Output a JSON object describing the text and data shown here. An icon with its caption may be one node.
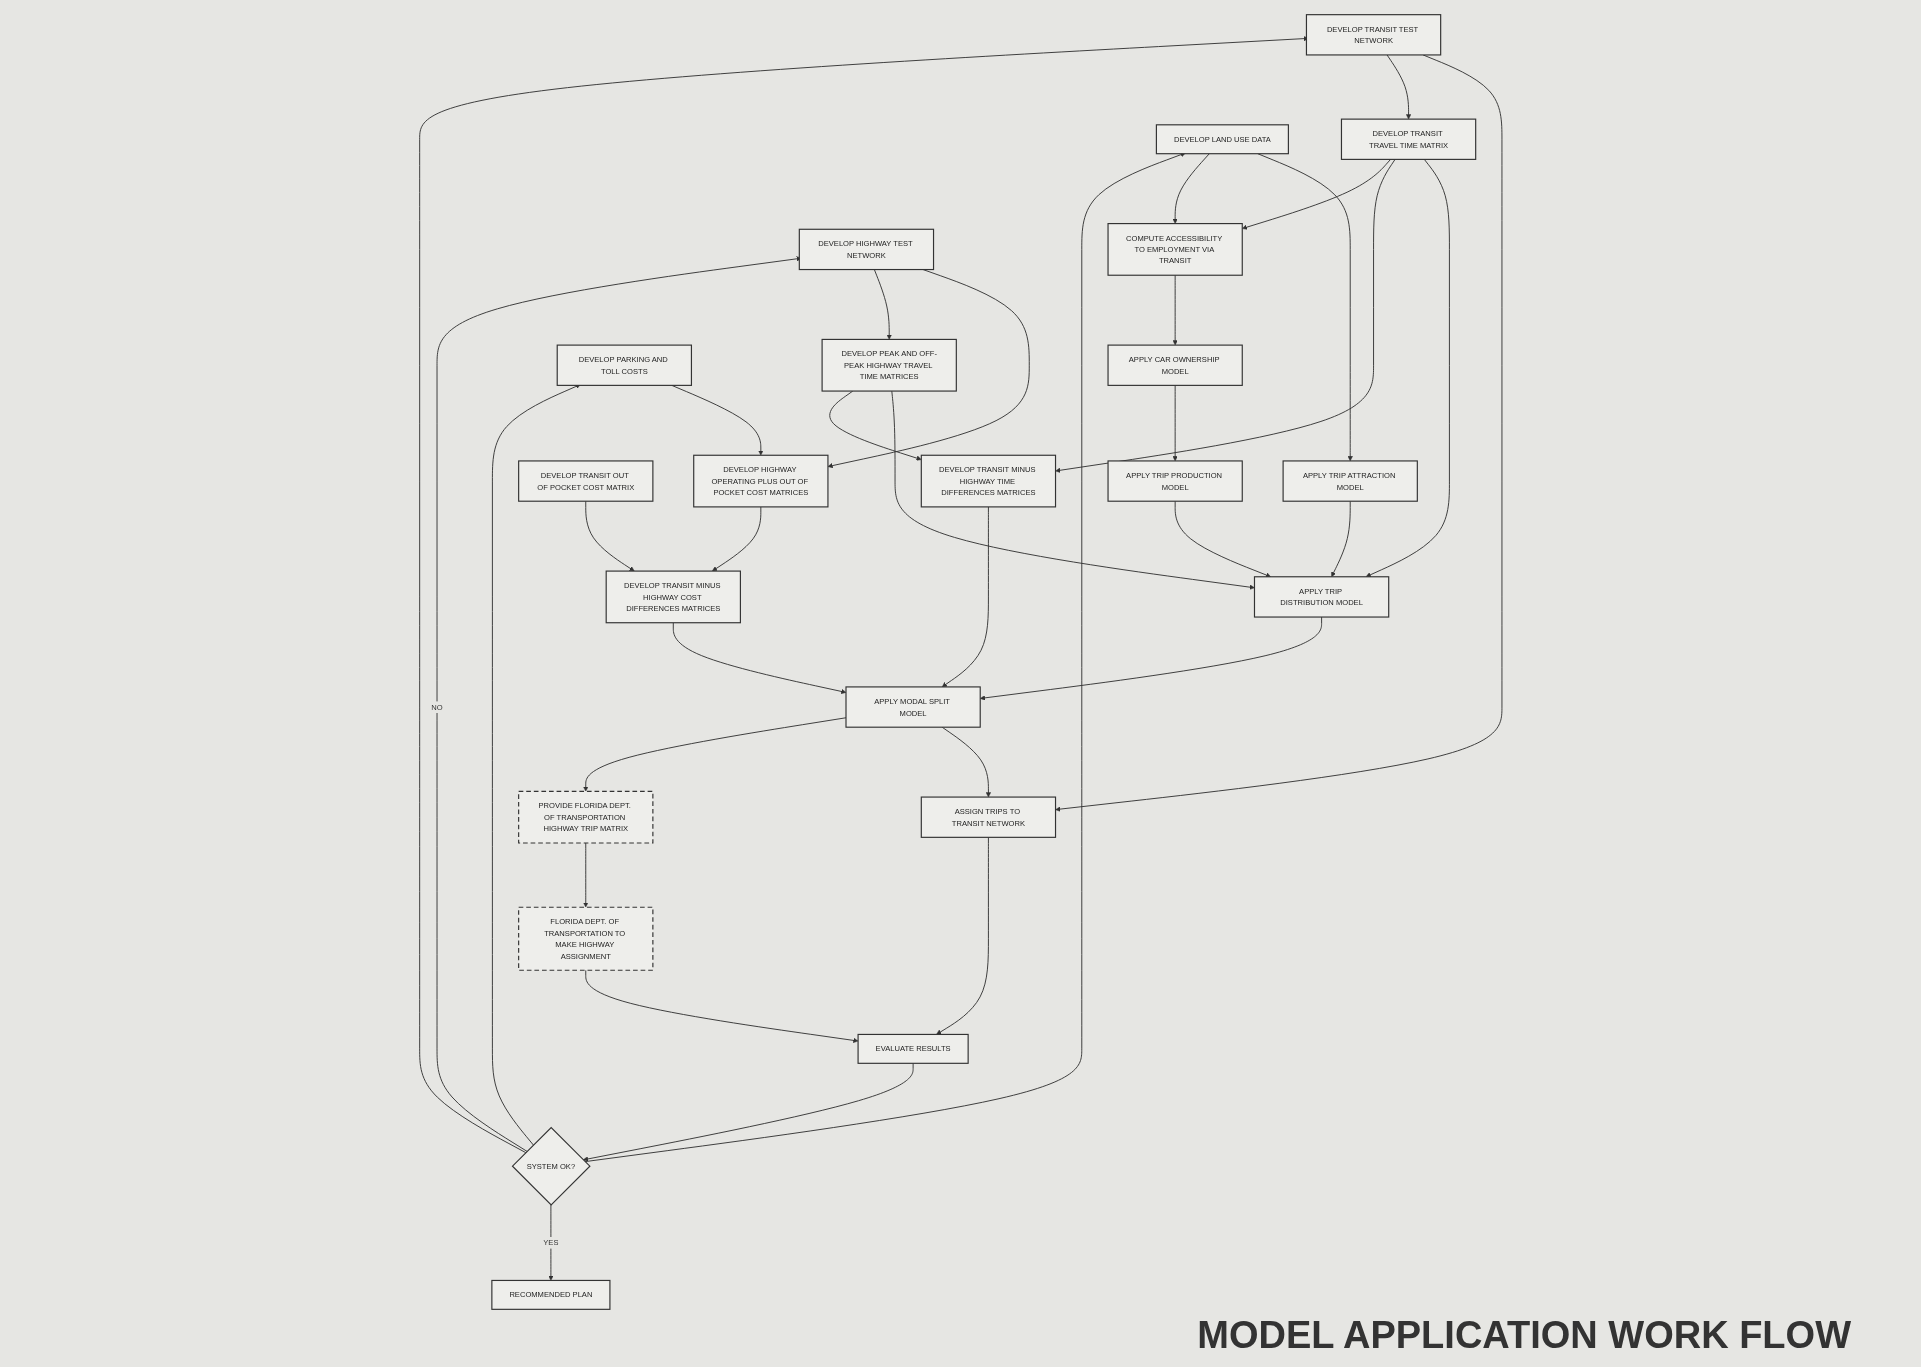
{
  "diagram": {
    "title": "MODEL APPLICATION WORK FLOW",
    "nodes": [
      {
        "text": [
          "DEVELOP HIGHWAY TEST NETWORK"
        ]
      },
      {
        "text": [
          "DEVELOP PARKING AND TOLL COSTS"
        ]
      },
      {
        "text": [
          "DEVELOP TRANSIT TEST NETWORK"
        ]
      },
      {
        "text": [
          "DEVELOP LAND USE DATA"
        ]
      },
      {
        "text": [
          "DEVELOP PEAK AND OFF-PEAK HIGHWAY TRAVEL TIME MATRICES"
        ]
      },
      {
        "text": [
          "DEVELOP HIGHWAY OPERATING PLUS OUT OF POCKET COST MATRICES"
        ]
      },
      {
        "text": [
          "DEVELOP TRANSIT OUT OF POCKET COST MATRIX"
        ]
      },
      {
        "text": [
          "DEVELOP TRANSIT TRAVEL TIME MATRIX"
        ]
      },
      {
        "text": [
          "COMPUTE ACCESSIBILITY TO EMPLOYMENT VIA TRANSIT"
        ]
      },
      {
        "text": [
          "DEVELOP TRANSIT MINUS HIGHWAY TIME DIFFERENCES MATRICES"
        ]
      },
      {
        "text": [
          "DEVELOP TRANSIT MINUS HIGHWAY COST DIFFERENCES MATRICES"
        ]
      },
      {
        "text": [
          "APPLY CAR OWNERSHIP MODEL"
        ]
      },
      {
        "text": [
          "APPLY TRIP PRODUCTION MODEL"
        ]
      },
      {
        "text": [
          "APPLY TRIP ATTRACTION MODEL"
        ]
      },
      {
        "text": [
          "APPLY TRIP DISTRIBUTION MODEL"
        ]
      },
      {
        "text": [
          "PROVIDE FLORIDA DEPT. OF TRANSPORTATION HIGHWAY TRIP MATRIX"
        ]
      },
      {
        "text": [
          "APPLY MODAL SPLIT MODEL"
        ]
      },
      {
        "text": [
          "FLORIDA DEPT. OF TRANSPORTATION TO MAKE HIGHWAY ASSIGNMENT"
        ]
      },
      {
        "text": [
          "ASSIGN TRIPS TO TRANSIT NETWORK"
        ]
      },
      {
        "text": [
          "EVALUATE RESULTS"
        ]
      },
      {
        "text": [
          "SYSTEM OK?"
        ]
      },
      {
        "text": [
          "RECOMMENDED PLAN"
        ]
      }
    ],
    "edges": [
      {
        "from": 20,
        "to": 0,
        "arrow": "to",
        "label": "NO"
      },
      {
        "from": 20,
        "to": 1,
        "arrow": "to"
      },
      {
        "from": 20,
        "to": 2,
        "arrow": "to"
      },
      {
        "from": 20,
        "to": 3,
        "arrow": "to"
      },
      {
        "from": 0,
        "to": 4,
        "arrow": "to"
      },
      {
        "from": 0,
        "to": 5,
        "arrow": "to"
      },
      {
        "from": 1,
        "to": 5,
        "arrow": "to"
      },
      {
        "from": 2,
        "to": 7,
        "arrow": "to"
      },
      {
        "from": 2,
        "to": 18,
        "arrow": "to"
      },
      {
        "from": 3,
        "to": 8,
        "arrow": "to"
      },
      {
        "from": 3,
        "to": 13,
        "arrow": "to"
      },
      {
        "from": 7,
        "to": 8,
        "arrow": "to"
      },
      {
        "from": 4,
        "to": 9,
        "arrow": "to"
      },
      {
        "from": 7,
        "to": 9,
        "arrow": "to"
      },
      {
        "from": 5,
        "to": 10,
        "arrow": "to"
      },
      {
        "from": 6,
        "to": 10,
        "arrow": "to"
      },
      {
        "from": 8,
        "to": 11,
        "arrow": "to"
      },
      {
        "from": 11,
        "to": 12,
        "arrow": "to"
      },
      {
        "from": 4,
        "to": 14,
        "arrow": "to"
      },
      {
        "from": 7,
        "to": 14,
        "arrow": "to"
      },
      {
        "from": 12,
        "to": 14,
        "arrow": "to"
      },
      {
        "from": 13,
        "to": 14,
        "arrow": "to"
      },
      {
        "from": 9,
        "to": 16,
        "arrow": "to"
      },
      {
        "from": 10,
        "to": 16,
        "arrow": "to"
      },
      {
        "from": 14,
        "to": 16,
        "arrow": "to"
      },
      {
        "from": 16,
        "to": 15,
        "arrow": "to"
      },
      {
        "from": 16,
        "to": 18,
        "arrow": "to"
      },
      {
        "from": 15,
        "to": 17,
        "arrow": "to"
      },
      {
        "from": 17,
        "to": 19,
        "arrow": "to"
      },
      {
        "from": 18,
        "to": 19,
        "arrow": "to"
      },
      {
        "from": 19,
        "to": 20,
        "arrow": "to"
      },
      {
        "from": 20,
        "to": 21,
        "arrow": "to",
        "label": "YES"
      }
    ]
  }
}
